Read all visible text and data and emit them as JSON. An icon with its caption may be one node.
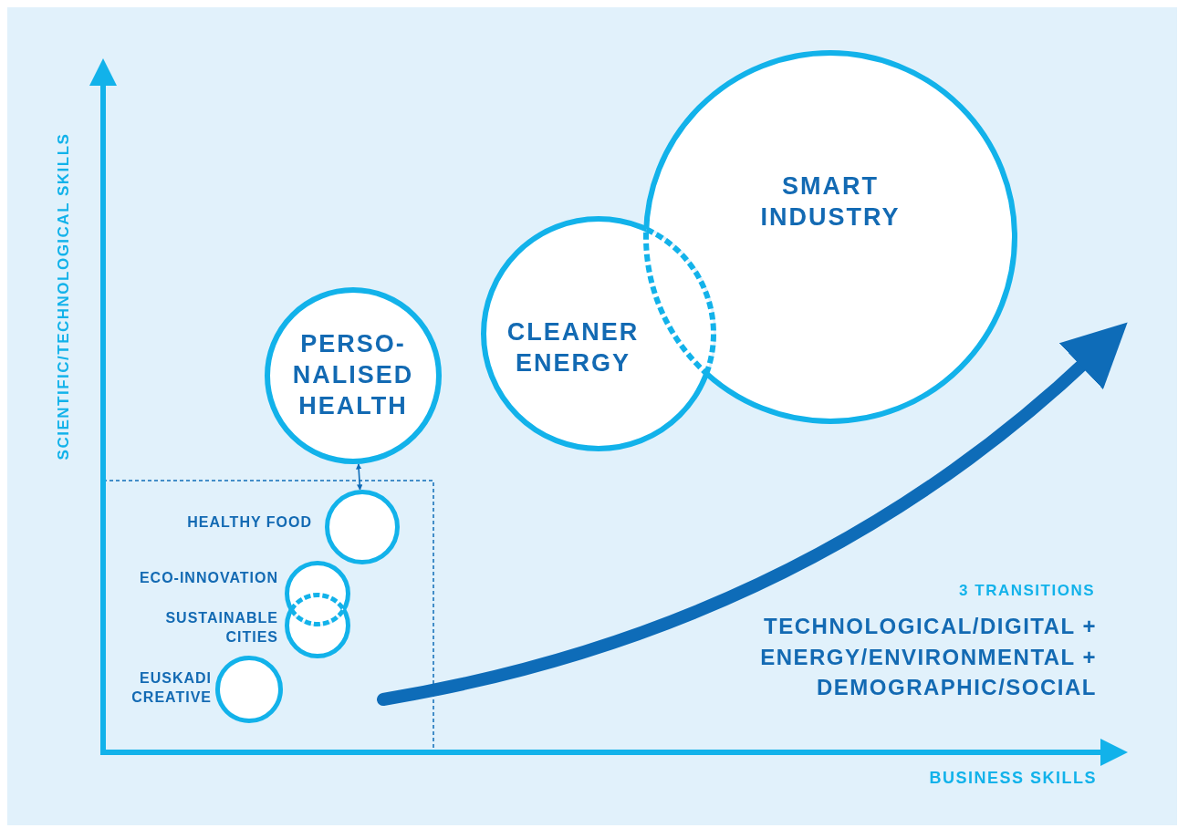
{
  "diagram": {
    "nodes": [
      {
        "text": [
          "PERSO- NALISED HEALTH"
        ]
      },
      {
        "text": [
          "CLEANER ENERGY"
        ]
      },
      {
        "text": [
          "SMART INDUSTRY"
        ]
      },
      {
        "text": [],
        "shape": "circle",
        "beside": [
          "HEALTHY FOOD"
        ]
      },
      {
        "text": [],
        "shape": "circle",
        "beside": [
          "ECO-INNOVATION"
        ]
      },
      {
        "text": [],
        "shape": "circle",
        "beside": [
          "SUSTAINABLE CITIES"
        ]
      },
      {
        "text": [],
        "shape": "circle",
        "beside": [
          "EUSKADI CREATIVE"
        ]
      }
    ],
    "edges": [
      {
        "from": 0,
        "to": 3,
        "arrow": "both"
      }
    ],
    "labels": [
      "SCIENTIFIC/TECHNOLOGICAL SKILLS",
      "3 TRANSITIONS",
      "TECHNOLOGICAL/DIGITAL + ENERGY/ENVIRONMENTAL + DEMOGRAPHIC/SOCIAL",
      "BUSINESS SKILLS"
    ]
  }
}
